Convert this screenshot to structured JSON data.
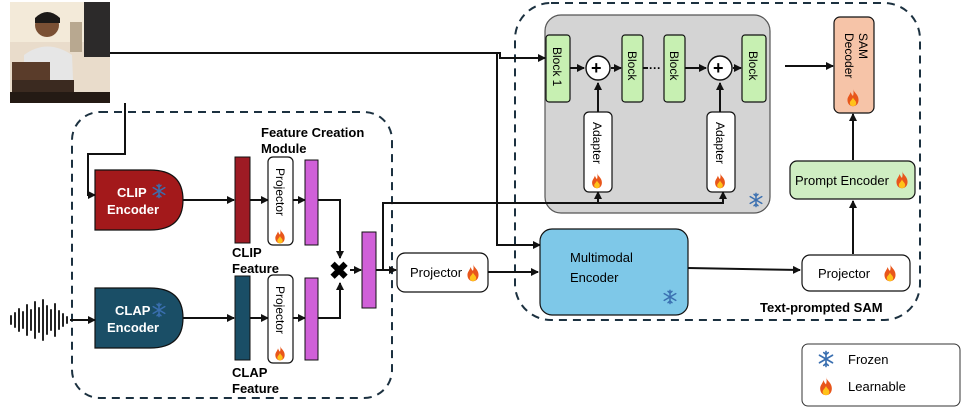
{
  "labels": {
    "feature_creation_line1": "Feature Creation",
    "feature_creation_line2": "Module",
    "clip_encoder_line1": "CLIP",
    "clip_encoder_line2": "Encoder",
    "clap_encoder_line1": "CLAP",
    "clap_encoder_line2": "Encoder",
    "projector": "Projector",
    "clip_feature_line1": "CLIP",
    "clip_feature_line2": "Feature",
    "clap_feature_line1": "CLAP",
    "clap_feature_line2": "Feature",
    "multiply": "✖",
    "block1": "Block 1",
    "block": "Block",
    "plus": "+",
    "ellipsis": "···",
    "adapter": "Adapter",
    "sam_decoder_line1": "SAM",
    "sam_decoder_line2": "Decoder",
    "prompt_encoder": "Prompt Encoder",
    "multimodal_line1": "Multimodal",
    "multimodal_line2": "Encoder",
    "text_prompted_sam": "Text-prompted SAM"
  },
  "legend": {
    "frozen": "Frozen",
    "learnable": "Learnable"
  },
  "icons": {
    "frozen": "snowflake-icon",
    "learnable": "fire-icon"
  },
  "colors": {
    "clip_encoder": "#a3191b",
    "clap_encoder": "#1a4e66",
    "clip_feature": "#9e1b24",
    "clap_feature": "#1a4e66",
    "projected_feature": "#d060d8",
    "block_fill": "#c7f0b2",
    "sam_backbone_bg": "#d4d4d4",
    "sam_decoder": "#f6c4a8",
    "prompt_encoder": "#cfeec2",
    "multimodal_encoder": "#7ec8e8",
    "frozen_icon": "#3a6fb0",
    "learnable_icon": "#e8561b"
  }
}
